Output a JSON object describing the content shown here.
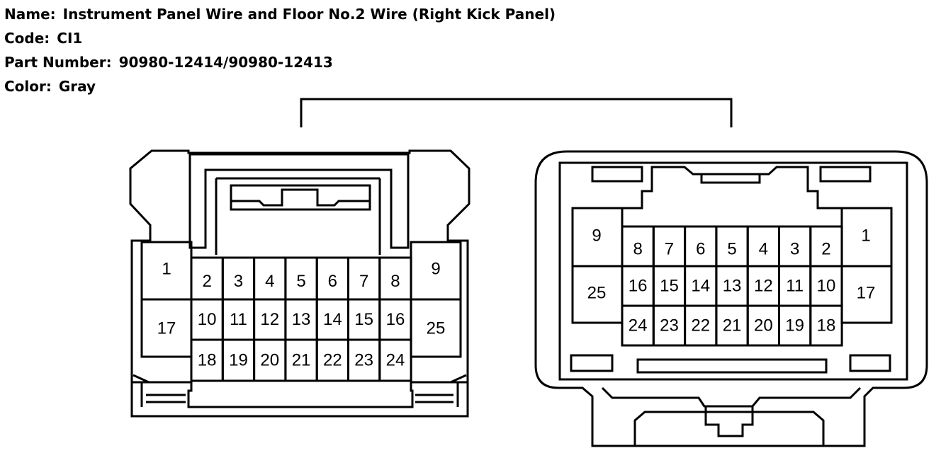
{
  "header": {
    "name_label": "Name:",
    "name_value": "Instrument Panel Wire and Floor No.2 Wire (Right Kick Panel)",
    "code_label": "Code:",
    "code_value": "CI1",
    "part_label": "Part Number:",
    "part_value": "90980-12414/90980-12413",
    "color_label": "Color:",
    "color_value": "Gray"
  },
  "left_connector": {
    "side_top": "1",
    "side_bottom": "17",
    "row1": [
      "2",
      "3",
      "4",
      "5",
      "6",
      "7",
      "8"
    ],
    "row2": [
      "10",
      "11",
      "12",
      "13",
      "14",
      "15",
      "16"
    ],
    "row3": [
      "18",
      "19",
      "20",
      "21",
      "22",
      "23",
      "24"
    ],
    "right_top": "9",
    "right_bottom": "25"
  },
  "right_connector": {
    "left_top": "9",
    "left_bottom": "25",
    "row1": [
      "8",
      "7",
      "6",
      "5",
      "4",
      "3",
      "2"
    ],
    "row2": [
      "16",
      "15",
      "14",
      "13",
      "12",
      "11",
      "10"
    ],
    "row3": [
      "24",
      "23",
      "22",
      "21",
      "20",
      "19",
      "18"
    ],
    "right_top": "1",
    "right_bottom": "17"
  }
}
